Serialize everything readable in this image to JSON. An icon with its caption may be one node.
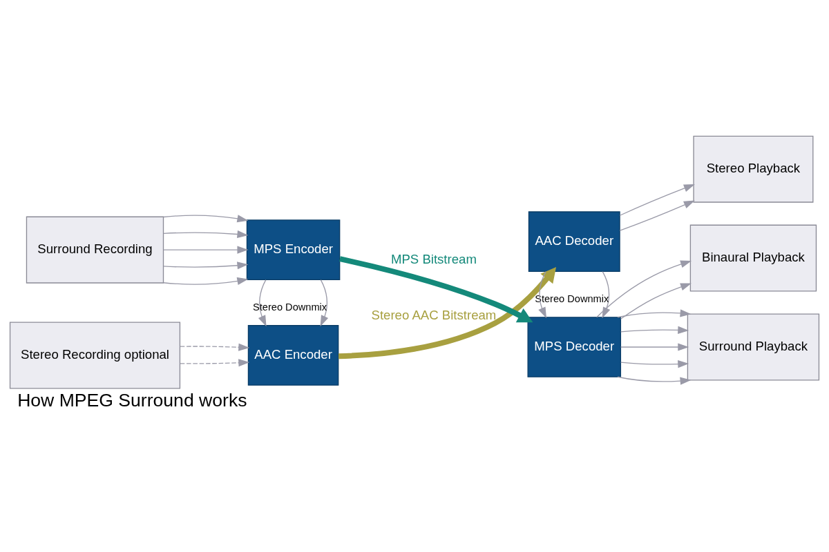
{
  "diagram": {
    "title": "How MPEG Surround works",
    "nodes": [
      {
        "text": [
          "Stereo Recording optional"
        ]
      },
      {
        "text": [
          "AAC Encoder"
        ]
      },
      {
        "text": [
          "Surround Recording"
        ]
      },
      {
        "text": [
          "MPS Encoder"
        ]
      },
      {
        "text": [
          "AAC Decoder"
        ]
      },
      {
        "text": [
          "MPS Decoder"
        ]
      },
      {
        "text": [
          "Stereo Playback"
        ]
      },
      {
        "text": [
          "Surround Playback"
        ]
      },
      {
        "text": [
          "Binaural Playback"
        ]
      }
    ],
    "edges": [
      {
        "from": 0,
        "to": 1,
        "arrow": "to",
        "style": "dashed"
      },
      {
        "from": 0,
        "to": 1,
        "arrow": "to",
        "style": "dashed"
      },
      {
        "from": 2,
        "to": 3,
        "arrow": "to"
      },
      {
        "from": 2,
        "to": 3,
        "arrow": "to"
      },
      {
        "from": 2,
        "to": 3,
        "arrow": "to"
      },
      {
        "from": 2,
        "to": 3,
        "arrow": "to"
      },
      {
        "from": 2,
        "to": 3,
        "arrow": "to"
      },
      {
        "from": 3,
        "to": 1,
        "arrow": "to",
        "label": "Stereo Downmix"
      },
      {
        "from": 3,
        "to": 1,
        "arrow": "to"
      },
      {
        "from": 1,
        "to": 4,
        "arrow": "to",
        "label": "Stereo AAC Bitstream",
        "style": "thick",
        "color": "#a8a040"
      },
      {
        "from": 3,
        "to": 5,
        "arrow": "to",
        "label": "MPS Bitstream",
        "style": "thick",
        "color": "#14897a"
      },
      {
        "from": 4,
        "to": 6,
        "arrow": "to"
      },
      {
        "from": 4,
        "to": 6,
        "arrow": "to"
      },
      {
        "from": 4,
        "to": 5,
        "arrow": "to",
        "label": "Stereo Downmix"
      },
      {
        "from": 4,
        "to": 5,
        "arrow": "to"
      },
      {
        "from": 5,
        "to": 7,
        "arrow": "to"
      },
      {
        "from": 5,
        "to": 7,
        "arrow": "to"
      },
      {
        "from": 5,
        "to": 7,
        "arrow": "to"
      },
      {
        "from": 5,
        "to": 7,
        "arrow": "to"
      },
      {
        "from": 5,
        "to": 7,
        "arrow": "to"
      },
      {
        "from": 5,
        "to": 8,
        "arrow": "to"
      },
      {
        "from": 5,
        "to": 8,
        "arrow": "to"
      }
    ]
  }
}
